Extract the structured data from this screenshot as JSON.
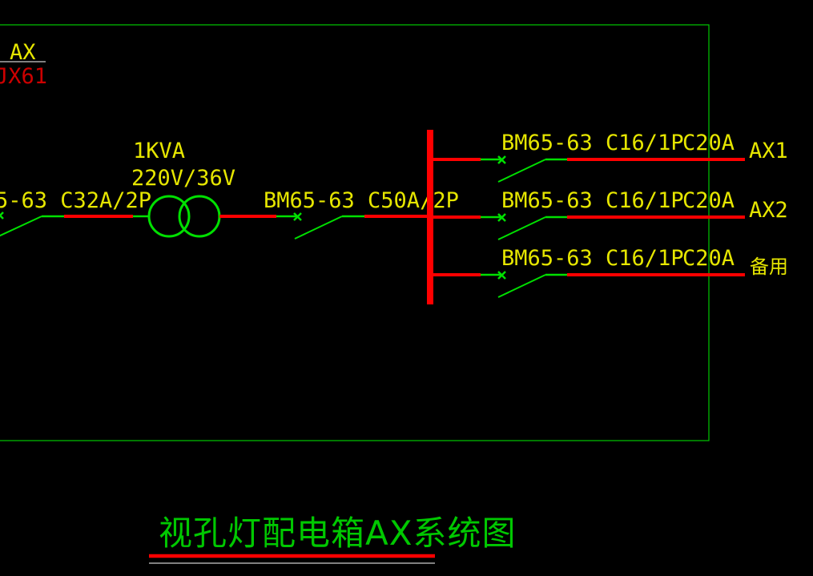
{
  "diagram": {
    "box_header": {
      "box_label": "AX",
      "box_code": "JX61"
    },
    "incoming_breaker": "5-63 C32A/2P",
    "transformer": {
      "rating": "1KVA",
      "voltage": "220V/36V"
    },
    "main_breaker": "BM65-63 C50A/2P",
    "branches": [
      {
        "breaker": "BM65-63 C16/1P",
        "current": "C20A",
        "circuit": "AX1"
      },
      {
        "breaker": "BM65-63 C16/1P",
        "current": "C20A",
        "circuit": "AX2"
      },
      {
        "breaker": "BM65-63 C16/1P",
        "current": "C20A",
        "circuit": "备用"
      }
    ],
    "title": "视孔灯配电箱AX系统图"
  },
  "colors": {
    "background": "#000000",
    "frame": "#00c800",
    "wire_live": "#ff0000",
    "wire_switch": "#00e000",
    "label": "#e6e600",
    "box_code": "#cc0000",
    "title": "#00c800"
  }
}
